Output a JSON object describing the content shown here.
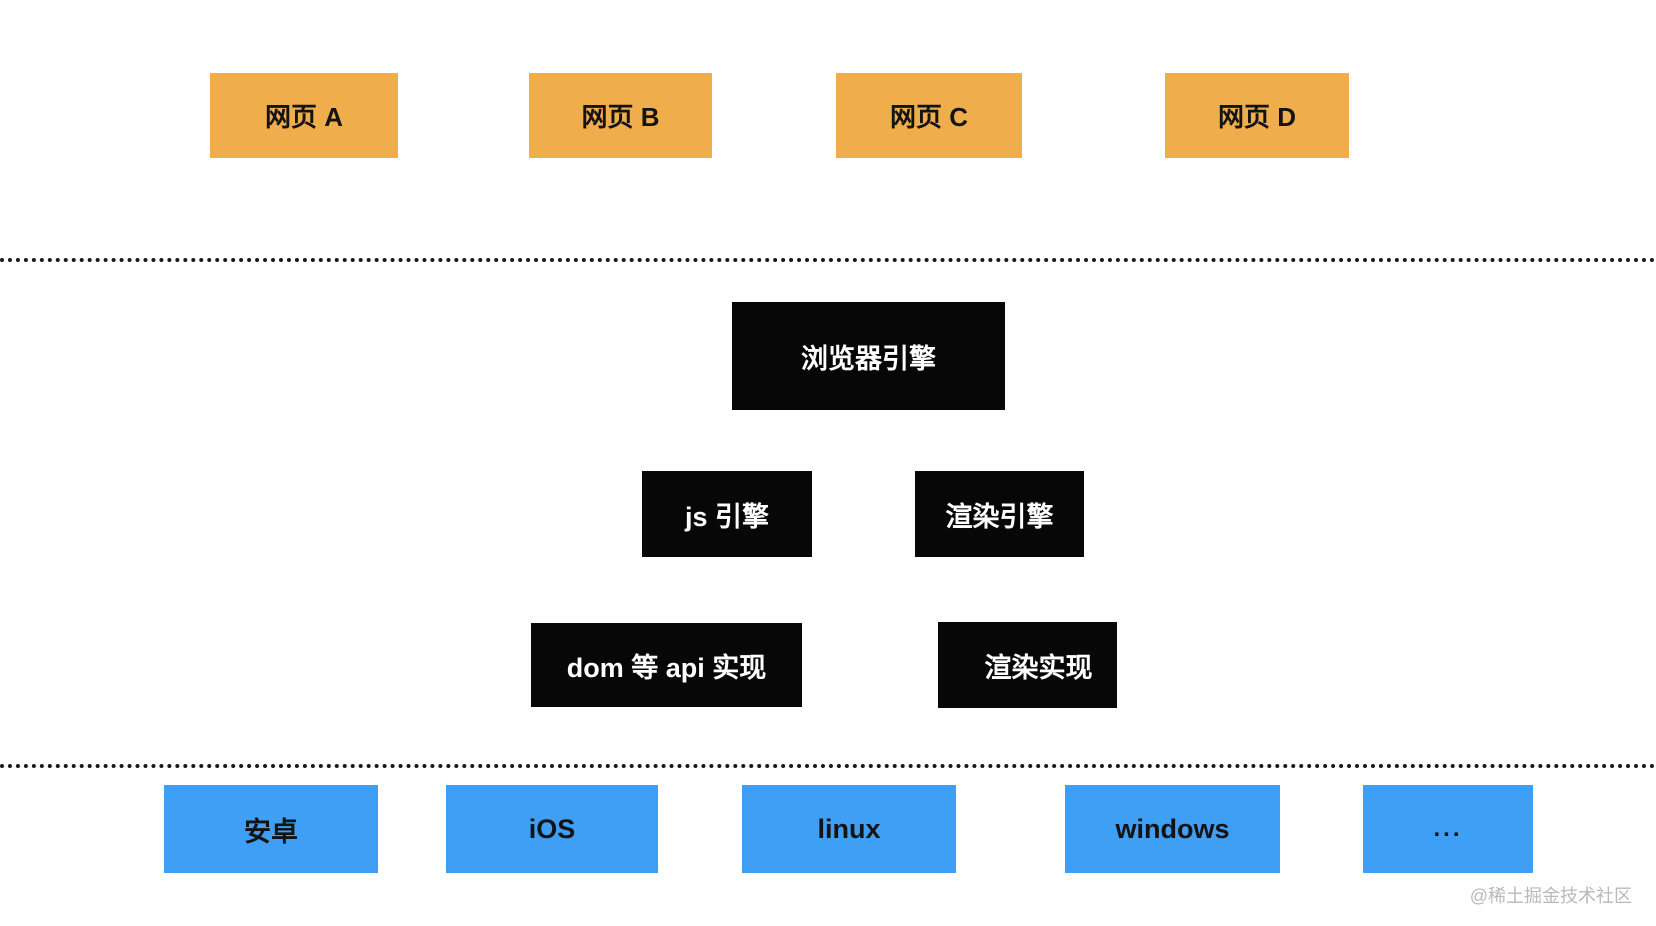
{
  "diagram": {
    "web_layer": {
      "boxes": [
        {
          "label": "网页 A"
        },
        {
          "label": "网页 B"
        },
        {
          "label": "网页 C"
        },
        {
          "label": "网页 D"
        }
      ]
    },
    "engine_layer": {
      "browser_engine": {
        "label": "浏览器引擎"
      },
      "engines": [
        {
          "label": "js 引擎"
        },
        {
          "label": "渲染引擎"
        }
      ],
      "implementations": [
        {
          "label": "dom 等 api 实现"
        },
        {
          "label": "渲染实现"
        }
      ]
    },
    "platform_layer": {
      "boxes": [
        {
          "label": "安卓"
        },
        {
          "label": "iOS"
        },
        {
          "label": "linux"
        },
        {
          "label": "windows"
        },
        {
          "label": "..."
        }
      ]
    },
    "watermark": "@稀土掘金技术社区"
  },
  "colors": {
    "background": "#FFFFFF",
    "webpage_fill": "#EFAD4B",
    "engine_fill": "#070707",
    "engine_text": "#FFFFFF",
    "platform_fill": "#3E9FF4",
    "box_text": "#131313",
    "separator": "#1A1A1A",
    "watermark_text": "#B9B9B9"
  }
}
